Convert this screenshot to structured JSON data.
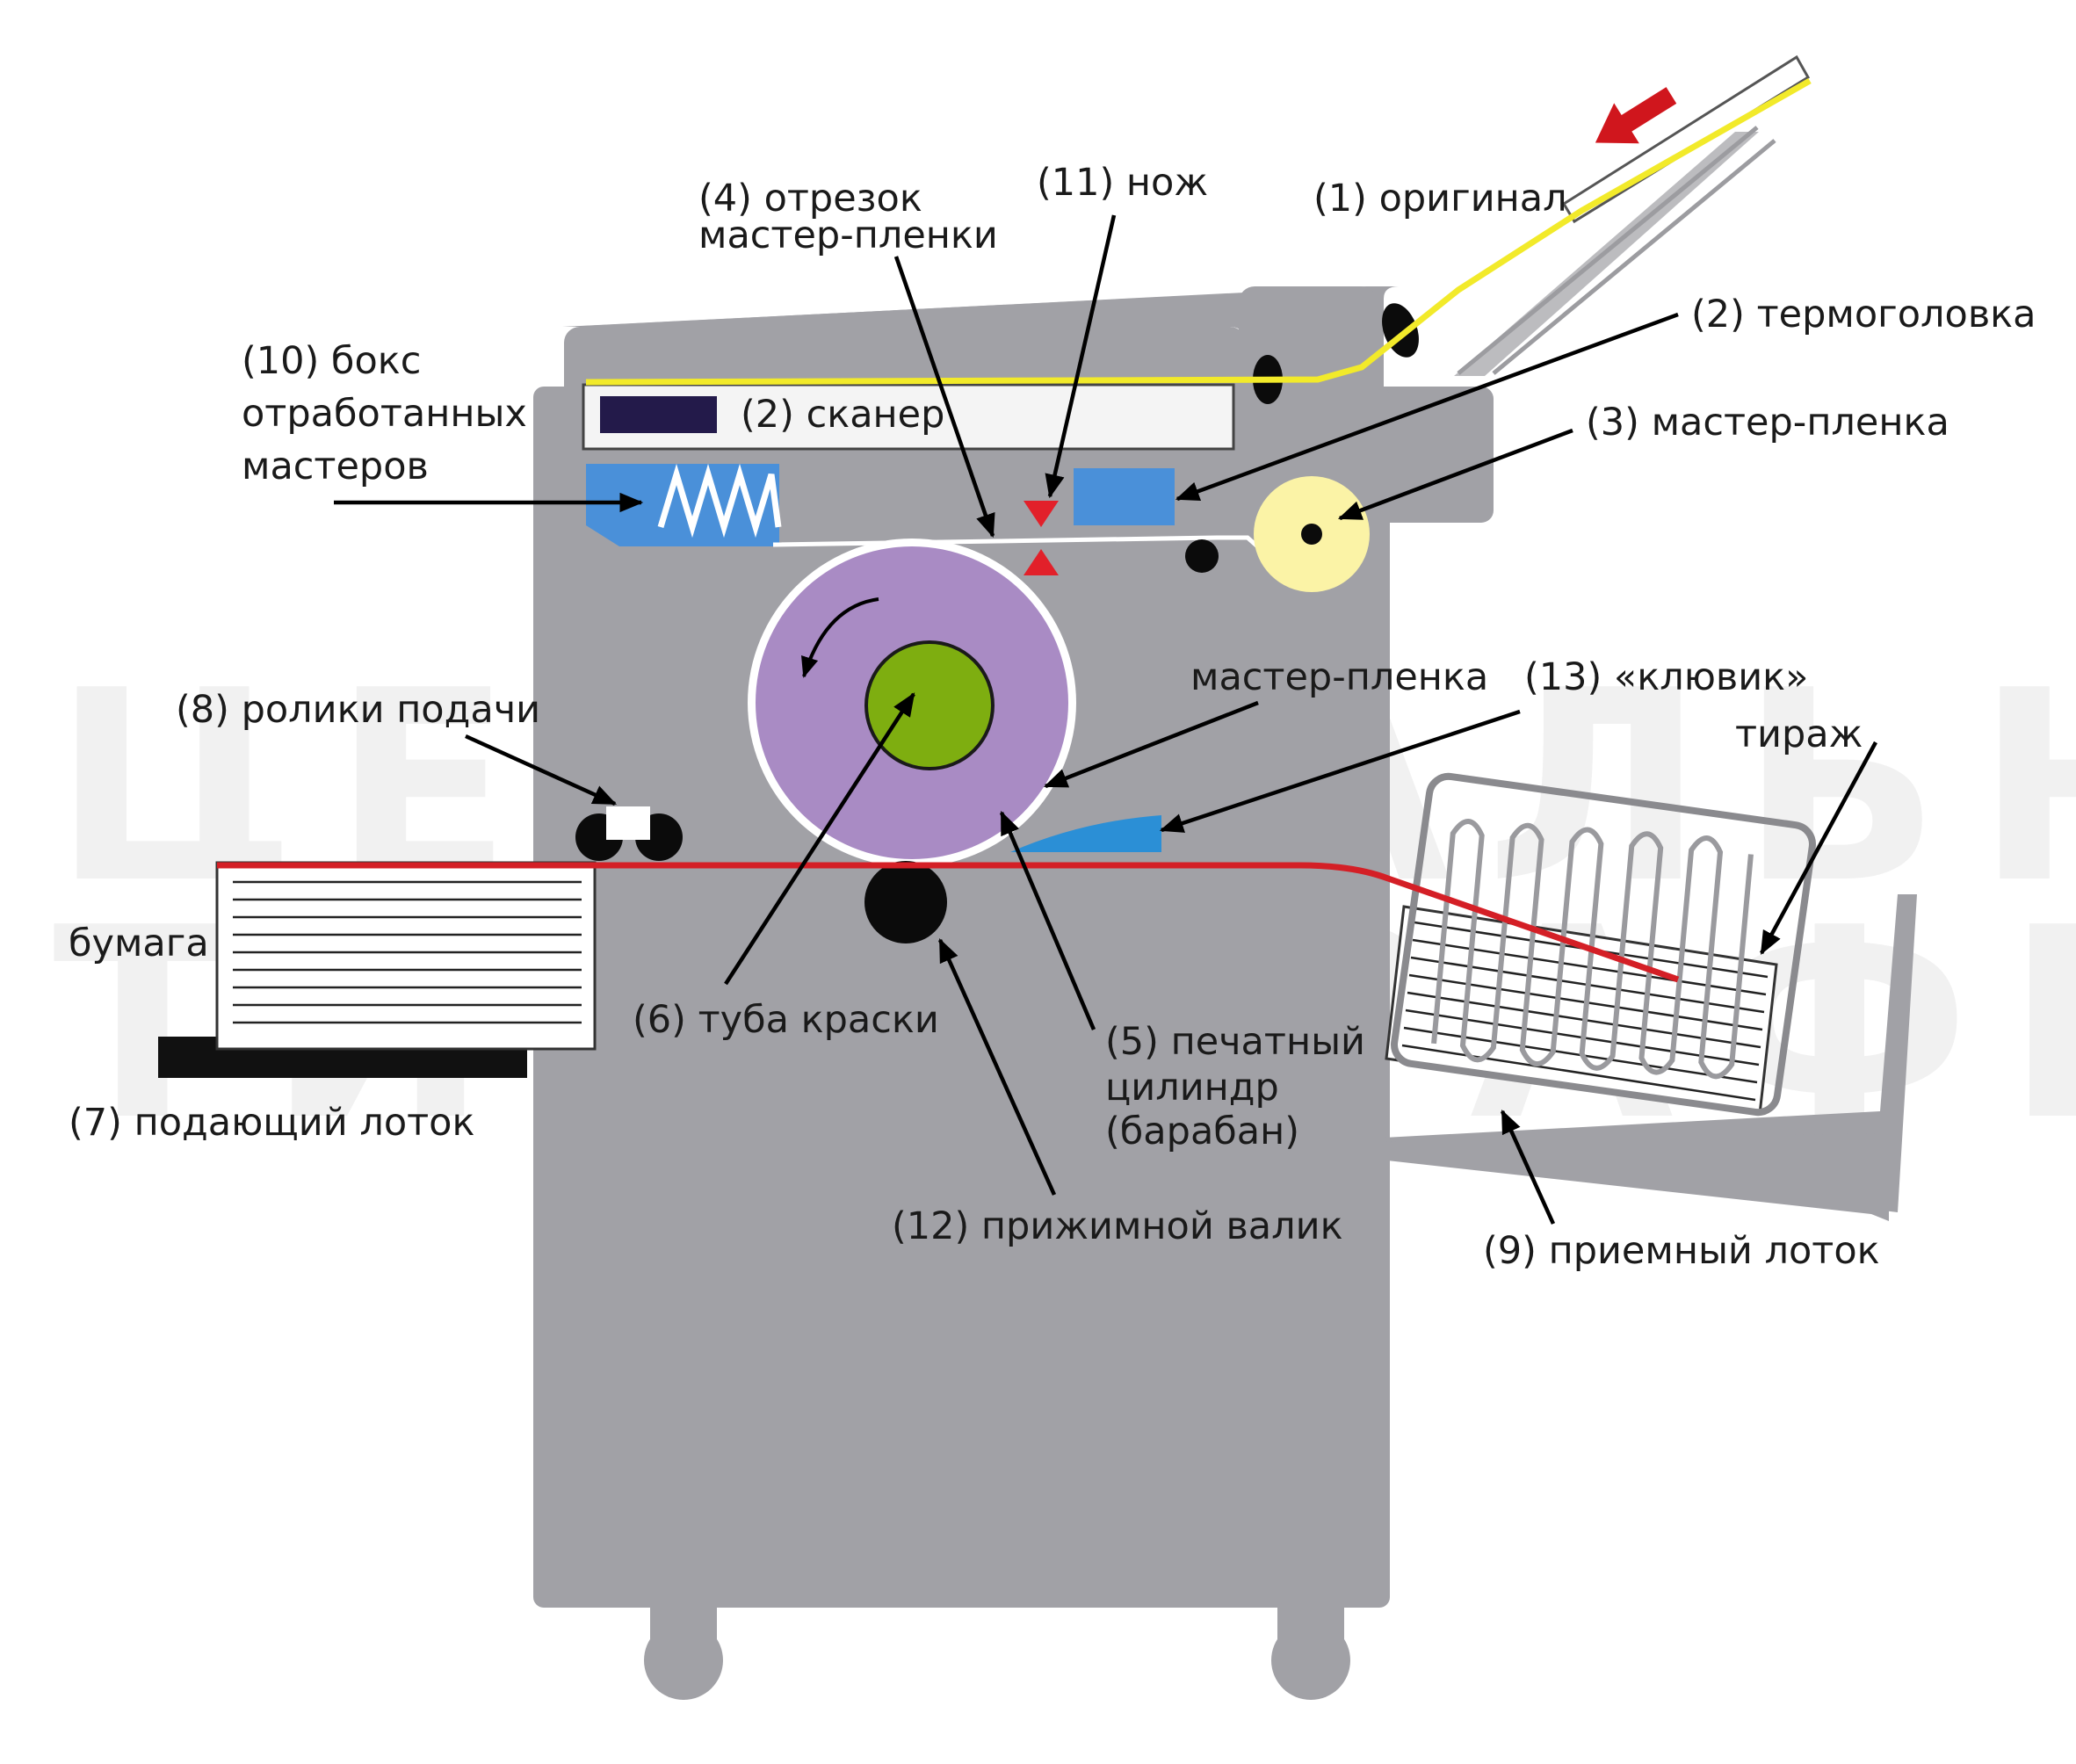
{
  "colors": {
    "body": "#a1a1a6",
    "body_dark": "#8f8f95",
    "scanner_window": "#f4f4f4",
    "scanner_bar": "#231a4a",
    "original_paper": "#f2ea2a",
    "print_paper": "#d41f26",
    "blue_part": "#4a90d9",
    "knife": "#e2202a",
    "master_roll": "#fbf3a6",
    "drum": "#a98bc4",
    "ink_tube": "#7eae10",
    "arrow_red": "#d0161d",
    "watermark": "#e6e6e6"
  },
  "labels": {
    "original": "(1) оригинал",
    "thermohead": "(2) термоголовка",
    "scanner": "(2) сканер",
    "master_film": "(3) мастер-пленка",
    "master_cut_line1": "(4) отрезок",
    "master_cut_line2": "мастер-пленки",
    "knife": "(11) нож",
    "waste_box_line1": "(10) бокс",
    "waste_box_line2": "отработанных",
    "waste_box_line3": "мастеров",
    "feed_rollers": "(8) ролики подачи",
    "master_film_plain": "мастер-пленка",
    "beak": "(13) «клювик»",
    "print_run": "тираж",
    "paper": "бумага",
    "ink_tube": "(6) туба краски",
    "drum_line1": "(5) печатный",
    "drum_line2": "цилиндр",
    "drum_line3": "(барабан)",
    "feed_tray": "(7) подающий лоток",
    "press_roller": "(12) прижимной валик",
    "receiving_tray": "(9) приемный лоток"
  },
  "watermark": {
    "line1": "ЦЕНТРАЛЬНАЯ",
    "line2": "ТИПОГРАФИЯ"
  },
  "icons": {
    "feed_arrow": "red-arrow-icon",
    "rotation": "rotation-arrow-icon",
    "spring": "spring-icon"
  }
}
